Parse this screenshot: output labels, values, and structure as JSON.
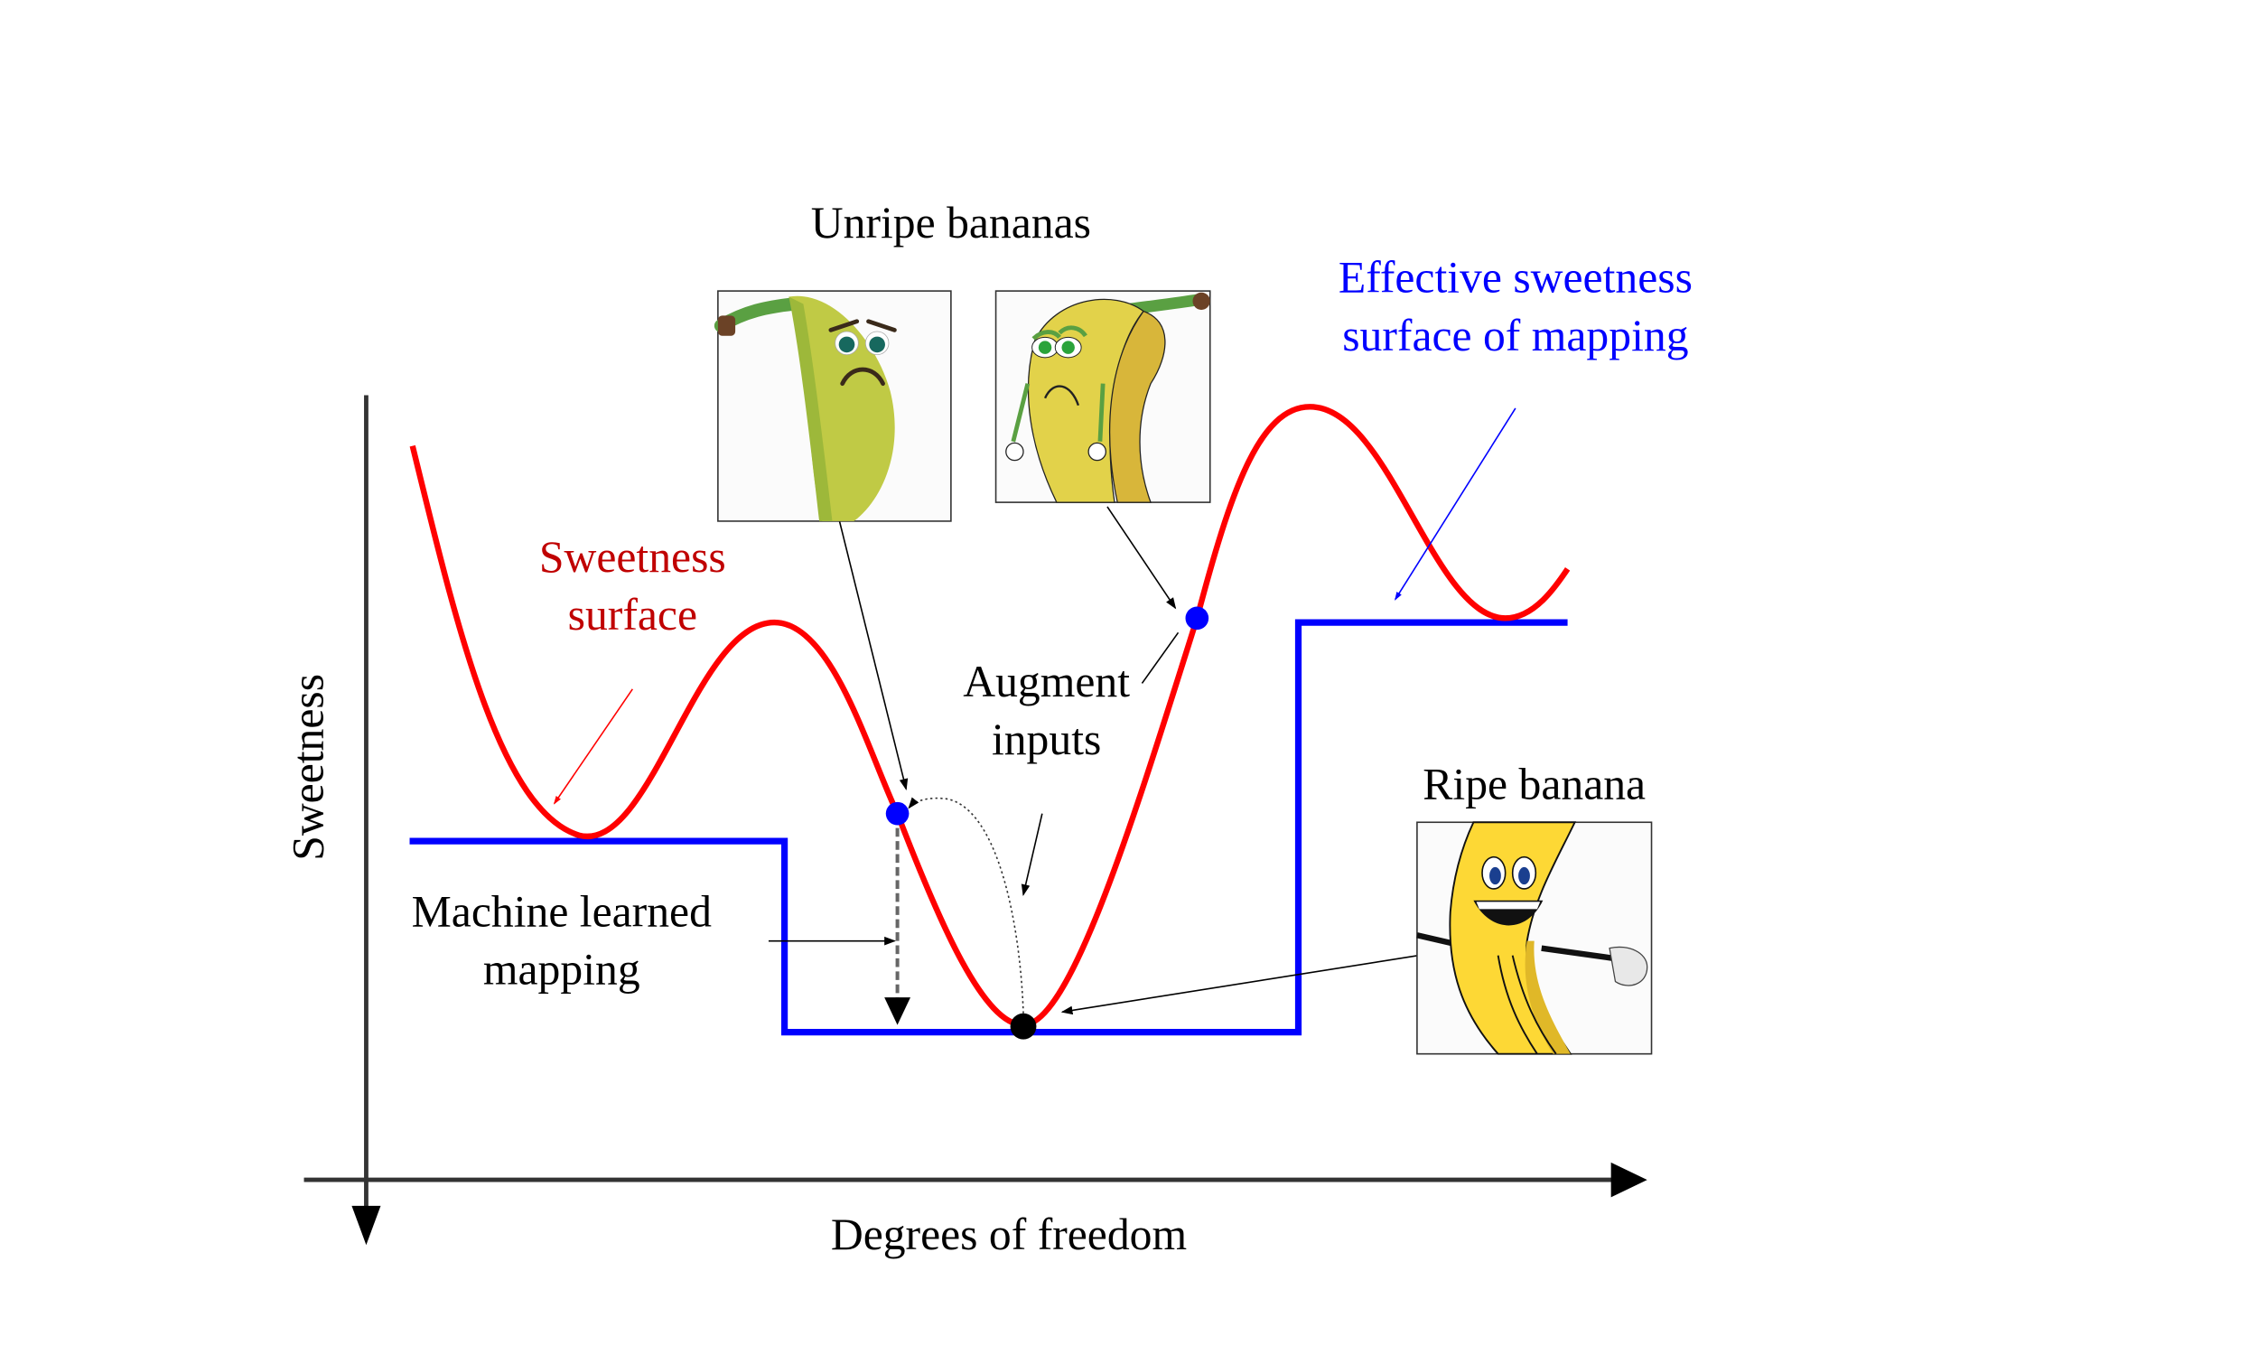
{
  "labels": {
    "unripe_title": "Unripe bananas",
    "effective_line1": "Effective sweetness",
    "effective_line2": "surface of mapping",
    "sweetness_surface_line1": "Sweetness",
    "sweetness_surface_line2": "surface",
    "augment_line1": "Augment",
    "augment_line2": "inputs",
    "ripe_title": "Ripe banana",
    "mapping_line1": "Machine learned",
    "mapping_line2": "mapping",
    "y_axis": "Sweetness",
    "x_axis": "Degrees of freedom"
  },
  "colors": {
    "surface": "#ff0000",
    "surface_label": "#c00000",
    "mapping": "#0000ff",
    "axis": "#000000",
    "green_banana": "#c0ca45",
    "yellow_banana": "#e2d24a",
    "ripe_banana": "#fdd835"
  },
  "icons": {
    "unripe_banana_1": "sad-green-banana-icon",
    "unripe_banana_2": "sad-yellow-banana-icon",
    "ripe_banana": "happy-banana-icon"
  }
}
